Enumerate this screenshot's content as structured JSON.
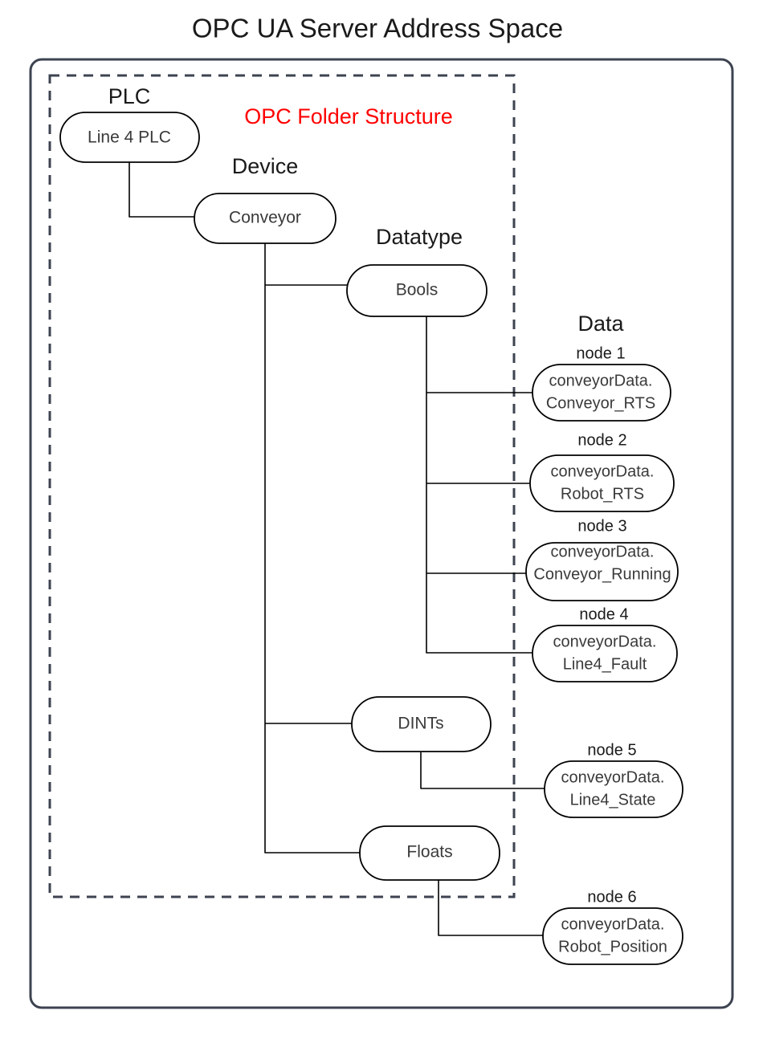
{
  "title": "OPC UA Server Address Space",
  "folder_structure_label": "OPC Folder Structure",
  "colors": {
    "folder_label": "#ff0000",
    "frame_stroke": "#3d4350",
    "node_stroke": "#000000",
    "text": "#3a3a3a",
    "background": "#ffffff"
  },
  "section_labels": {
    "plc": "PLC",
    "device": "Device",
    "datatype": "Datatype",
    "data": "Data"
  },
  "tree": {
    "plc_node": {
      "label": "Line 4 PLC"
    },
    "device_node": {
      "label": "Conveyor"
    },
    "datatype_nodes": [
      {
        "label": "Bools"
      },
      {
        "label": "DINTs"
      },
      {
        "label": "Floats"
      }
    ],
    "data_nodes": [
      {
        "caption": "node 1",
        "line1": "conveyorData.",
        "line2": "Conveyor_RTS",
        "parent": "Bools"
      },
      {
        "caption": "node 2",
        "line1": "conveyorData.",
        "line2": "Robot_RTS",
        "parent": "Bools"
      },
      {
        "caption": "node 3",
        "line1": "conveyorData.",
        "line2": "Conveyor_Running",
        "parent": "Bools"
      },
      {
        "caption": "node 4",
        "line1": "conveyorData.",
        "line2": "Line4_Fault",
        "parent": "Bools"
      },
      {
        "caption": "node 5",
        "line1": "conveyorData.",
        "line2": "Line4_State",
        "parent": "DINTs"
      },
      {
        "caption": "node 6",
        "line1": "conveyorData.",
        "line2": "Robot_Position",
        "parent": "Floats"
      }
    ]
  }
}
